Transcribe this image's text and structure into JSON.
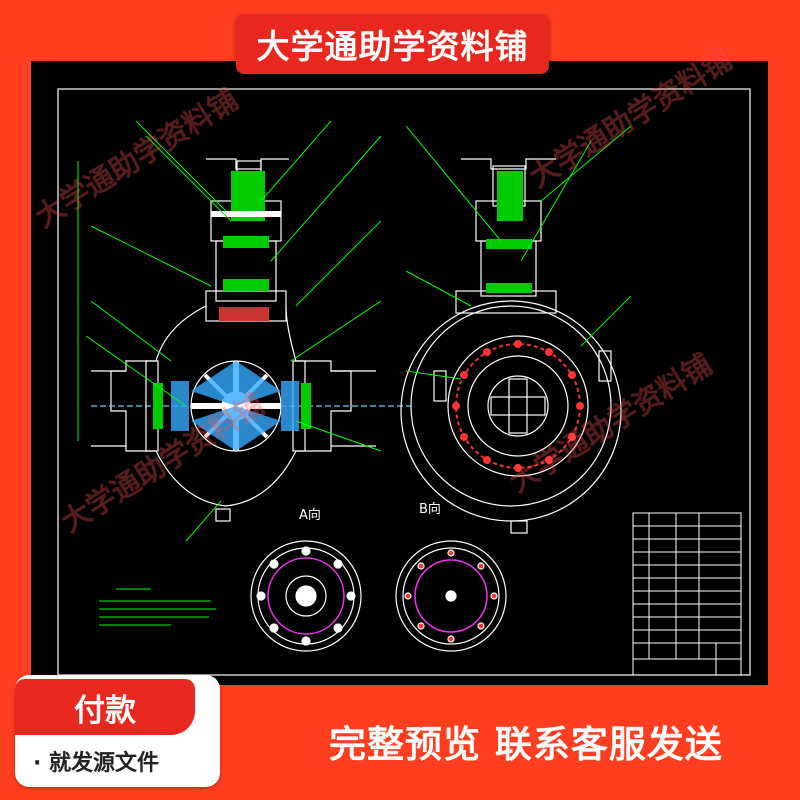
{
  "banner": {
    "title": "大学通助学资料铺"
  },
  "watermark": {
    "text": "大学通助学资料铺"
  },
  "drawing": {
    "view_a_label": "A向",
    "view_b_label": "B向"
  },
  "pay_box": {
    "title": "付款",
    "subtitle": "· 就发源文件"
  },
  "footer": {
    "text": "完整预览 联系客服发送"
  },
  "colors": {
    "accent": "#ff3d1f",
    "banner": "#e8281e",
    "cad_bg": "#000000"
  }
}
